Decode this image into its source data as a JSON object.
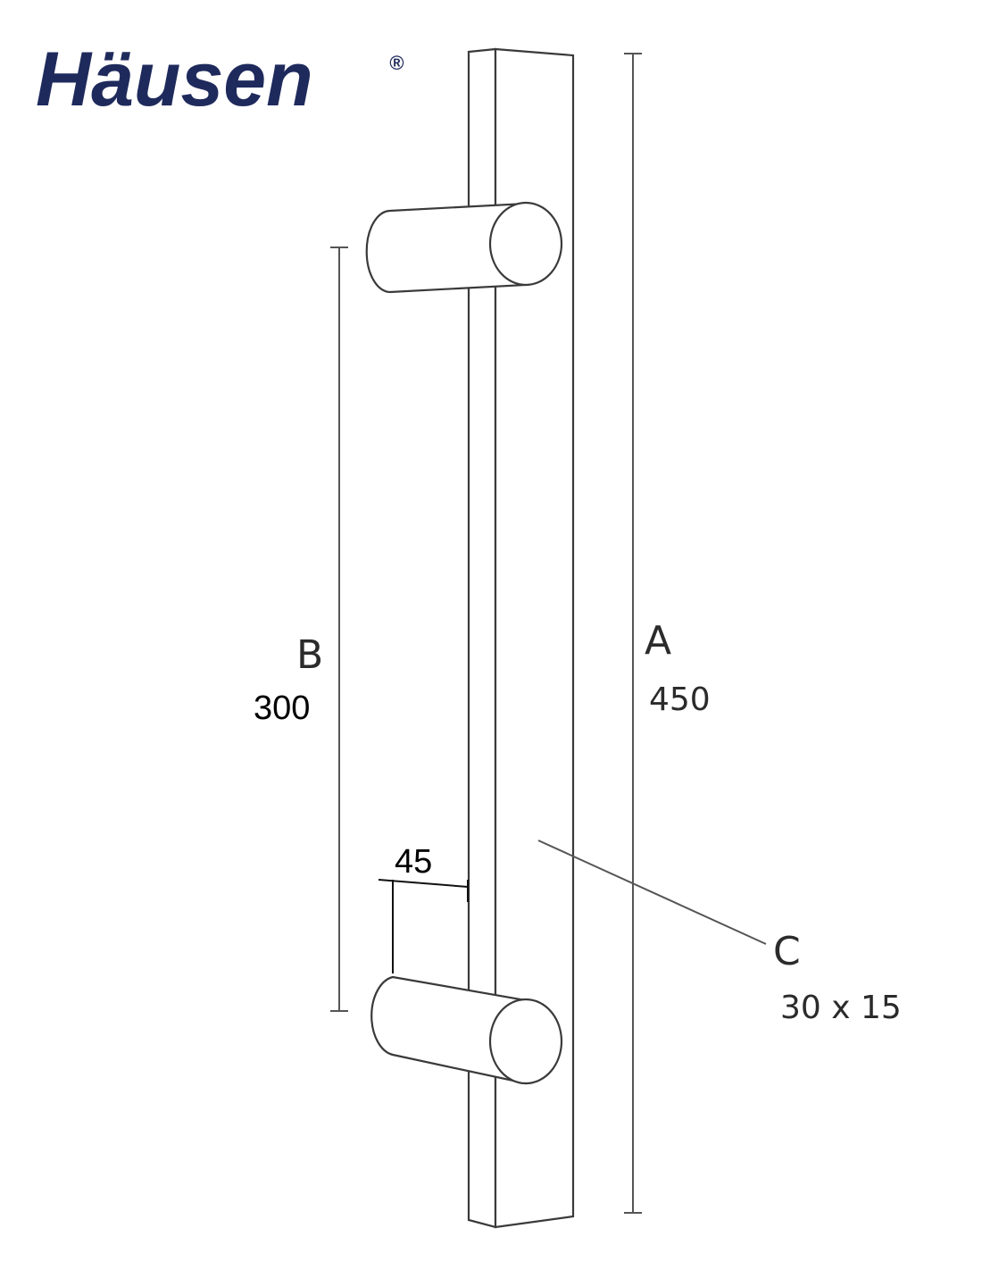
{
  "brand": {
    "name": "Häusen",
    "registered_mark": "®",
    "color": "#1f2a5c"
  },
  "dimensions": {
    "A": {
      "letter": "A",
      "value": "450"
    },
    "B": {
      "letter": "B",
      "value": "300"
    },
    "C": {
      "letter": "C",
      "value": "30 x 15"
    },
    "offset": {
      "value": "45"
    }
  }
}
